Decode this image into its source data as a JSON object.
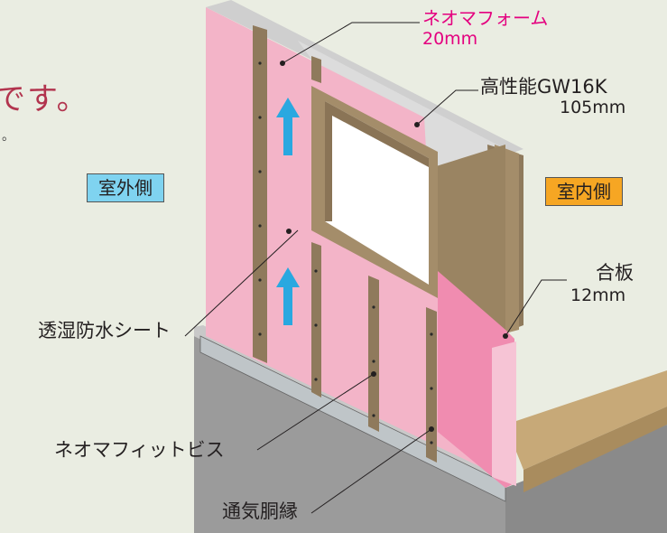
{
  "heading_fragment": "です。",
  "subtext_fragment": "。",
  "labels": {
    "neoma_foam": "ネオマフォーム",
    "neoma_foam_thickness": "20mm",
    "glasswool": "高性能GW16K",
    "glasswool_thickness": "105mm",
    "exterior_side": "室外側",
    "interior_side": "室内側",
    "plywood": "合板",
    "plywood_thickness": "12mm",
    "moisture_sheet": "透湿防水シート",
    "fit_screw": "ネオマフィットビス",
    "furring": "通気胴縁"
  },
  "colors": {
    "background": "#eaede2",
    "sheet_pink": "#f3b4c8",
    "foam_pink": "#f08cb0",
    "wood": "#8f7a5c",
    "concrete": "#9b9b9b",
    "arrow": "#29a8e0",
    "exterior_box": "#7fd3f0",
    "interior_box": "#f6a623",
    "accent_text": "#e4007f"
  },
  "icons": [
    "airflow-arrow-icon"
  ]
}
